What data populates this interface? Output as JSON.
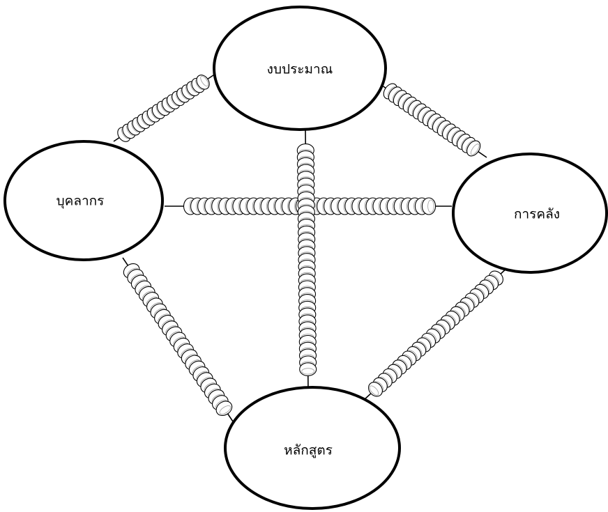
{
  "diagram": {
    "nodes": [
      {
        "id": "budget",
        "label": "งบประมาณ"
      },
      {
        "id": "personnel",
        "label": "บุคลากร"
      },
      {
        "id": "finance",
        "label": "การคลัง"
      },
      {
        "id": "curriculum",
        "label": "หลักสูตร"
      }
    ],
    "connections": [
      {
        "from": "personnel",
        "to": "budget",
        "connector": "spring"
      },
      {
        "from": "budget",
        "to": "finance",
        "connector": "spring"
      },
      {
        "from": "personnel",
        "to": "curriculum",
        "connector": "spring"
      },
      {
        "from": "finance",
        "to": "curriculum",
        "connector": "spring"
      },
      {
        "from": "personnel",
        "to": "finance",
        "connector": "spring"
      },
      {
        "from": "budget",
        "to": "curriculum",
        "connector": "spring"
      }
    ],
    "colors": {
      "stroke": "#000000",
      "fill": "#ffffff"
    }
  }
}
